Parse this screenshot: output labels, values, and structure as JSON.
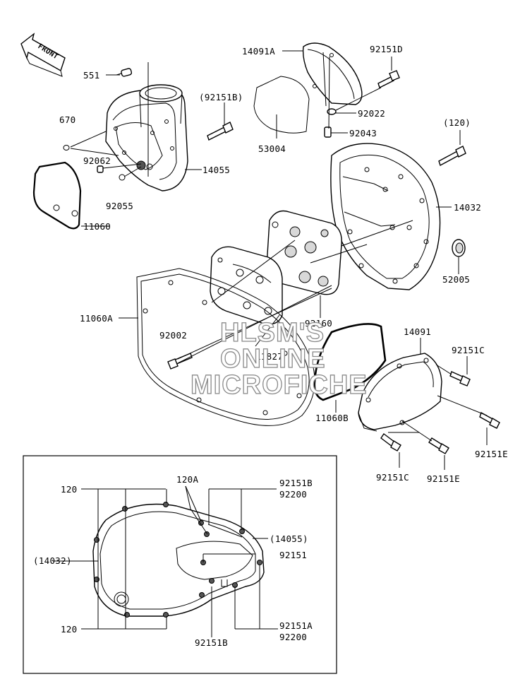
{
  "front_label": "FRONT",
  "labels": {
    "p551": "551",
    "p670": "670",
    "p92062": "92062",
    "p92055": "92055",
    "p11060": "11060",
    "p14055": "14055",
    "p92151B_top": "(92151B)",
    "p14091A": "14091A",
    "p92151D": "92151D",
    "p92022": "92022",
    "p92043": "92043",
    "p53004": "53004",
    "p120_top": "(120)",
    "p14032": "14032",
    "p52005": "52005",
    "p92160": "92160",
    "p11060A": "11060A",
    "p92002": "92002",
    "p11827": "11827",
    "p14091": "14091",
    "p92151C_a": "92151C",
    "p11060B": "11060B",
    "p92151E_a": "92151E",
    "p92151C_b": "92151C",
    "p92151E_b": "92151E",
    "inset_120_top": "120",
    "inset_120A": "120A",
    "inset_92151B_top": "92151B",
    "inset_92200_top": "92200",
    "inset_14055": "(14055)",
    "inset_14032": "(14032)",
    "inset_92151": "92151",
    "inset_120_bottom": "120",
    "inset_92151A": "92151A",
    "inset_92200_bottom": "92200",
    "inset_92151B_bottom": "92151B"
  },
  "watermark": {
    "line1": "HLSM'S",
    "line2": "ONLINE",
    "line3": "MICROFICHE"
  }
}
